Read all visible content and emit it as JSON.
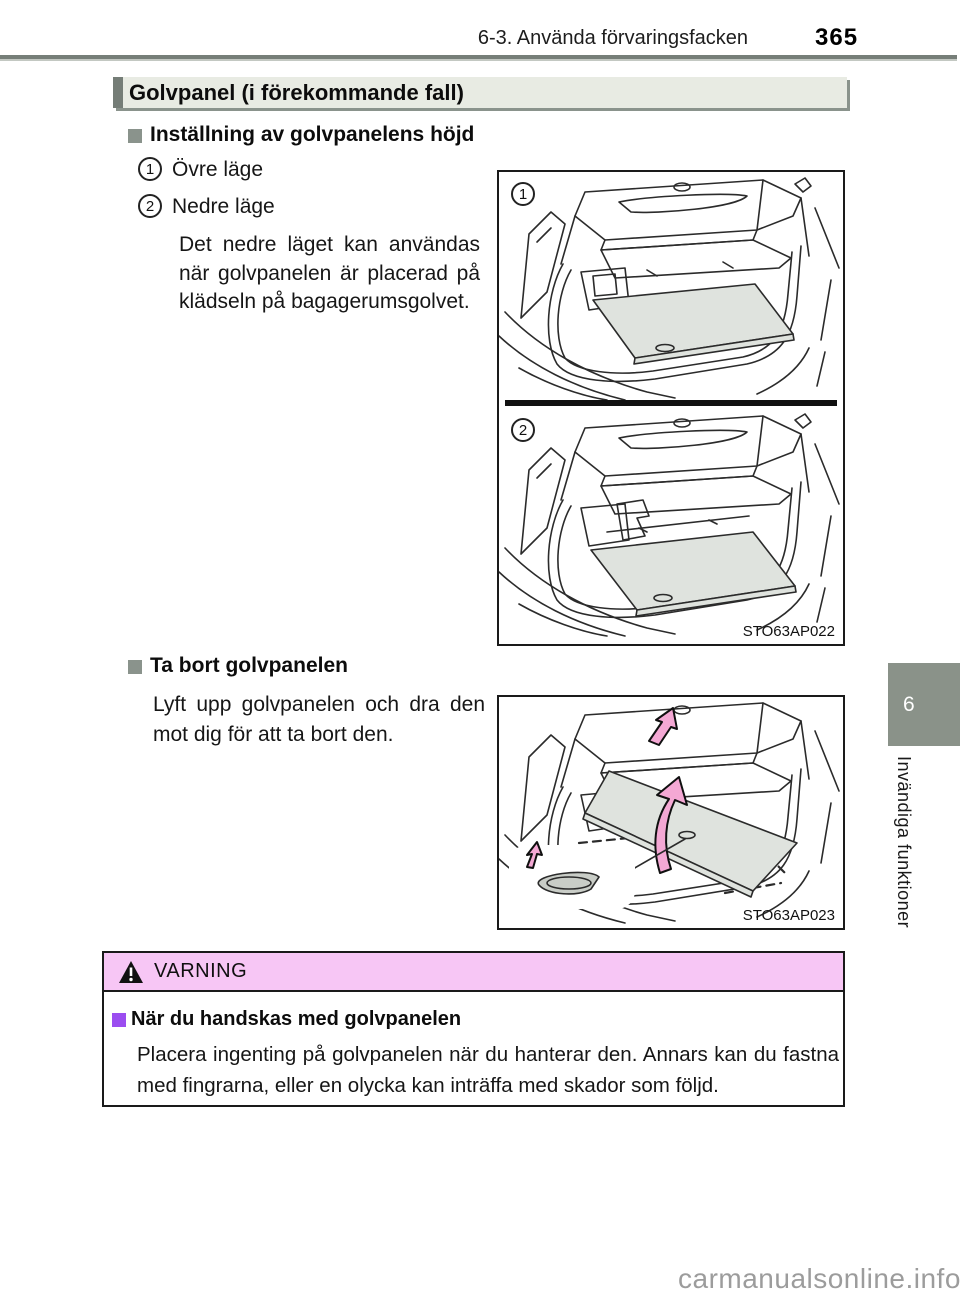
{
  "header": {
    "section_title": "6-3. Använda förvaringsfacken",
    "page_number": "365"
  },
  "content": {
    "title": "Golvpanel (i förekommande fall)",
    "section1": {
      "heading": "Inställning av golvpanelens höjd",
      "items": [
        {
          "num": "1",
          "label": "Övre läge"
        },
        {
          "num": "2",
          "label": "Nedre läge"
        }
      ],
      "note": "Det nedre läget kan användas när golvpanelen är placerad på klädseln på bagagerumsgolvet."
    },
    "section2": {
      "heading": "Ta bort golvpanelen",
      "note": "Lyft upp golvpanelen och dra den mot dig för att ta bort den."
    }
  },
  "figures": {
    "fig1": {
      "labels": [
        "1",
        "2"
      ],
      "code": "STO63AP022"
    },
    "fig2": {
      "code": "STO63AP023"
    }
  },
  "warning": {
    "title": "VARNING",
    "heading": "När du handskas med golvpanelen",
    "body": "Placera ingenting på golvpanelen när du hanterar den. Annars kan du fastna med fingrarna, eller en olycka kan inträffa med skador som följd."
  },
  "sidebar": {
    "chapter_number": "6",
    "chapter_label": "Invändiga funktioner"
  },
  "watermark": "carmanualsonline.info",
  "colors": {
    "title_bar_bg": "#e8ebe3",
    "title_bar_accent": "#757d77",
    "heading_bullet": "#8a938c",
    "warning_bar_bg": "#f7c6f5",
    "warning_bullet": "#9b4df0",
    "chapter_tab_bg": "#8a9289",
    "panel_fill": "#dfe3de",
    "arrow_pink": "#f4a8d4"
  }
}
